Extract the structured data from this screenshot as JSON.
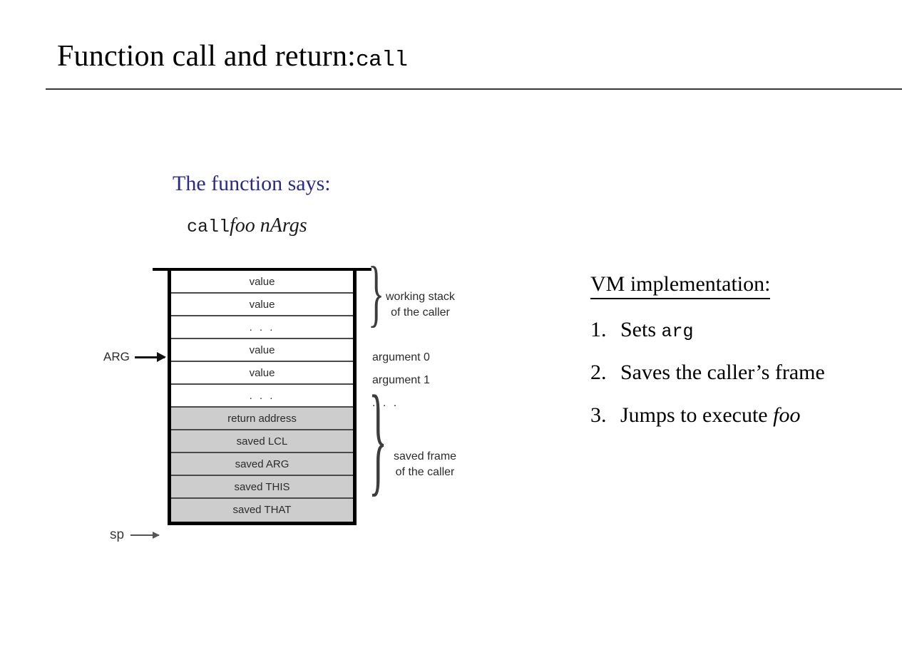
{
  "slide": {
    "title_main": "Function call and return:",
    "title_mono": "call"
  },
  "function_says": {
    "heading": "The function says:",
    "call_keyword": "call",
    "call_args": "foo nArgs"
  },
  "stack": {
    "rows": [
      {
        "label": "value",
        "shaded": false
      },
      {
        "label": "value",
        "shaded": false
      },
      {
        "label": ". . .",
        "shaded": false
      },
      {
        "label": "value",
        "shaded": false
      },
      {
        "label": "value",
        "shaded": false
      },
      {
        "label": ". . .",
        "shaded": false
      },
      {
        "label": "return address",
        "shaded": true
      },
      {
        "label": "saved LCL",
        "shaded": true
      },
      {
        "label": "saved ARG",
        "shaded": true
      },
      {
        "label": "saved THIS",
        "shaded": true
      },
      {
        "label": "saved THAT",
        "shaded": true
      }
    ],
    "pointers": {
      "arg": "ARG",
      "sp": "sp"
    },
    "annotations": {
      "working_stack_line1": "working stack",
      "working_stack_line2": "of the caller",
      "argument_0": "argument 0",
      "argument_1": "argument 1",
      "argument_dots": ". . .",
      "saved_frame_line1": "saved frame",
      "saved_frame_line2": "of the caller"
    },
    "shaded_color": "#cdcdcd"
  },
  "vm": {
    "heading": "VM implementation:",
    "items": [
      {
        "num": "1.",
        "pre": "Sets ",
        "mono": "arg",
        "ital": "",
        "post": ""
      },
      {
        "num": "2.",
        "pre": "Saves the caller’s frame",
        "mono": "",
        "ital": "",
        "post": ""
      },
      {
        "num": "3.",
        "pre": "Jumps to execute ",
        "mono": "",
        "ital": "foo",
        "post": ""
      }
    ]
  },
  "colors": {
    "heading_blue": "#2a2a8c",
    "text_black": "#000000",
    "rule_gray": "#3a3a3a"
  }
}
